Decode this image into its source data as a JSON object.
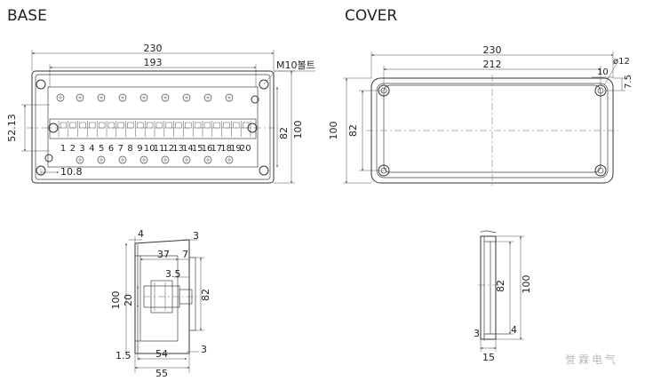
{
  "titles": {
    "base": "BASE",
    "cover": "COVER"
  },
  "base": {
    "width": "230",
    "inner": "193",
    "bolt": "M10볼트",
    "offset_v": "52.13",
    "offset_h": "10.8",
    "h82": "82",
    "h100": "100",
    "terminals": [
      "1",
      "2",
      "3",
      "4",
      "5",
      "6",
      "7",
      "8",
      "9",
      "10",
      "11",
      "12",
      "13",
      "14",
      "15",
      "16",
      "17",
      "18",
      "19",
      "20"
    ]
  },
  "cover": {
    "width": "230",
    "inner": "212",
    "dia": "ø12",
    "d10": "10",
    "d7_5": "7.5",
    "h82": "82",
    "h100": "100"
  },
  "base_side": {
    "d4": "4",
    "d3a": "3",
    "d37": "37",
    "d7": "7",
    "d3_5": "3.5",
    "d100": "100",
    "d20": "20",
    "d82": "82",
    "d1_5": "1.5",
    "d54": "54",
    "d3b": "3",
    "d55": "55"
  },
  "cover_side": {
    "d82": "82",
    "d100": "100",
    "d3": "3",
    "d4": "4",
    "d15": "15"
  },
  "watermark": "誉霖电气"
}
